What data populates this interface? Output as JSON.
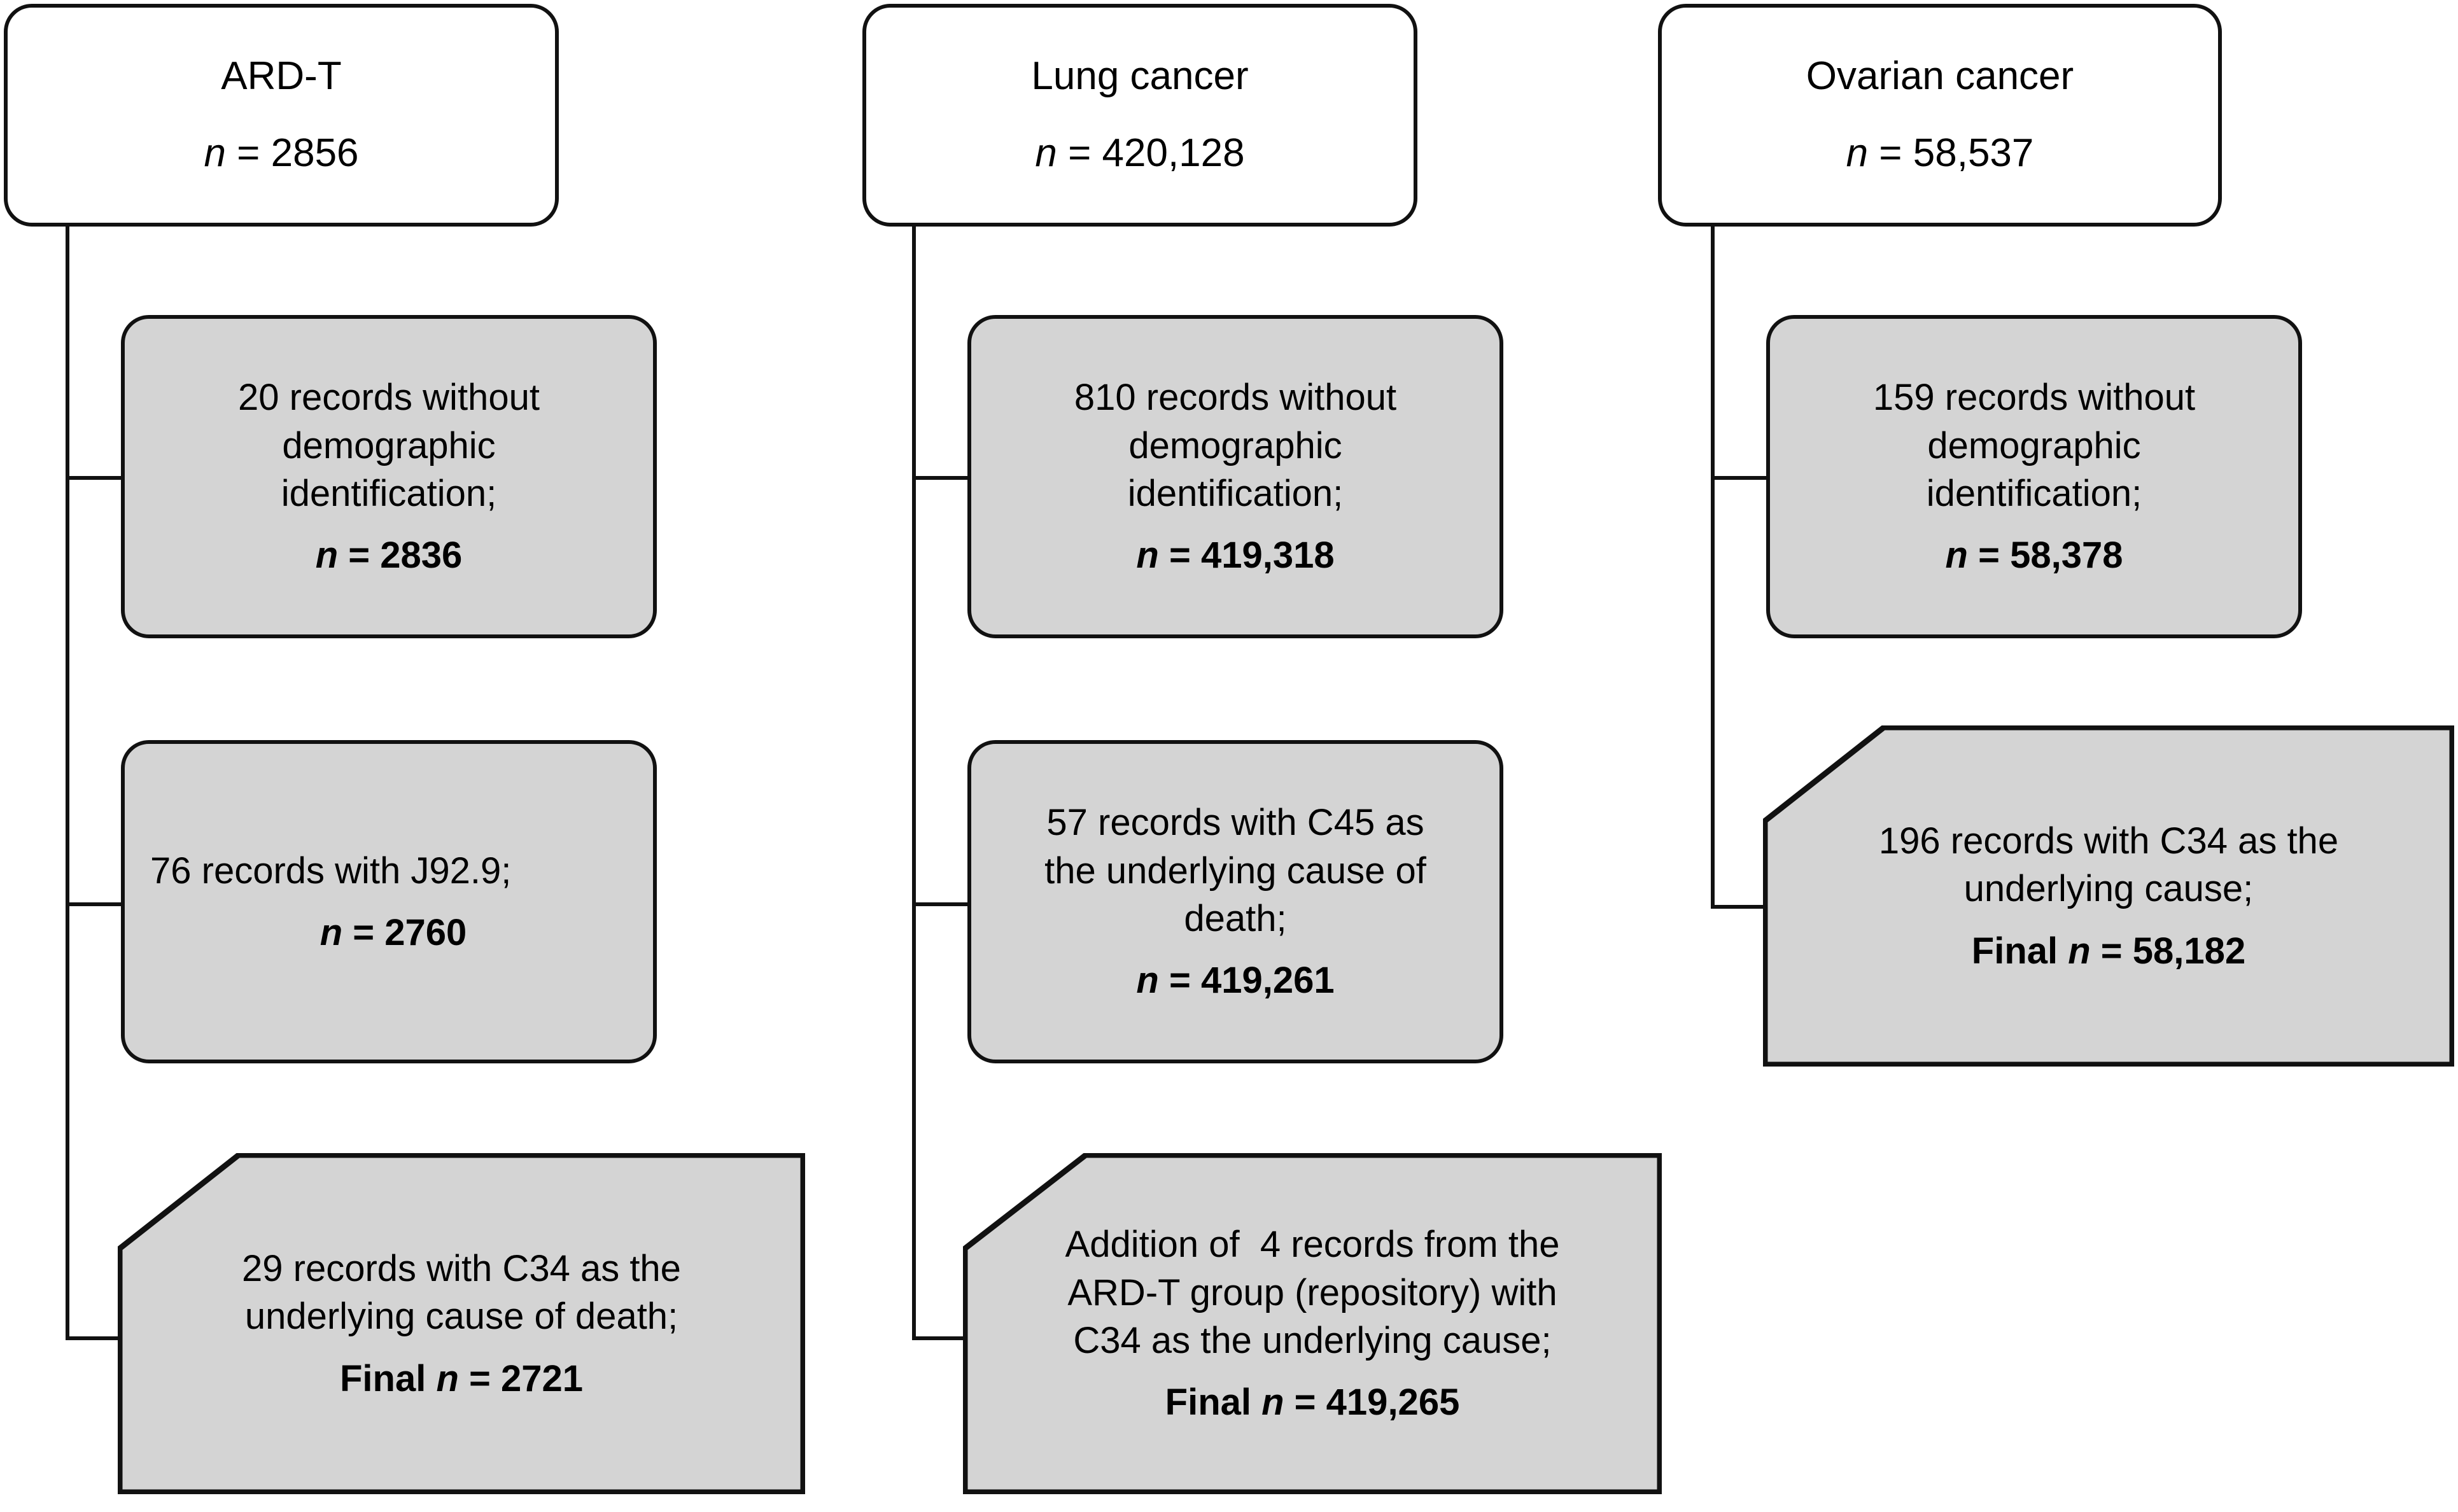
{
  "figure": {
    "type": "flowchart",
    "orientation": "three-column record-selection flow",
    "fill_color": "#d4d4d4",
    "stroke_color": "#111111",
    "background_color": "#ffffff"
  },
  "columns": [
    {
      "id": "ard-t",
      "header": {
        "title": "ARD-T",
        "n_label": "n",
        "n_equals": " = ",
        "n_value": "2856"
      },
      "steps": [
        {
          "id": "ard-t-step-1",
          "shape": "rounded",
          "lines": [
            "20 records without",
            "demographic",
            "identification;"
          ],
          "n_label": "n",
          "n_equals": " = ",
          "n_value": "2836"
        },
        {
          "id": "ard-t-step-2",
          "shape": "rounded",
          "lines": [
            "76 records with J92.9;"
          ],
          "n_label": "n",
          "n_equals": " = ",
          "n_value": "2760"
        },
        {
          "id": "ard-t-step-3",
          "shape": "cut-corner",
          "lines": [
            "29 records with C34 as the",
            "underlying cause of death;"
          ],
          "final_prefix": "Final ",
          "n_label": "n",
          "n_equals": " = ",
          "n_value": "2721"
        }
      ]
    },
    {
      "id": "lung-cancer",
      "header": {
        "title": "Lung cancer",
        "n_label": "n",
        "n_equals": " = ",
        "n_value": "420,128"
      },
      "steps": [
        {
          "id": "lung-step-1",
          "shape": "rounded",
          "lines": [
            "810 records without",
            "demographic",
            "identification;"
          ],
          "n_label": "n",
          "n_equals": " = ",
          "n_value": "419,318"
        },
        {
          "id": "lung-step-2",
          "shape": "rounded",
          "lines": [
            "57 records with C45 as",
            "the underlying cause of",
            "death;"
          ],
          "n_label": "n",
          "n_equals": " = ",
          "n_value": "419,261"
        },
        {
          "id": "lung-step-3",
          "shape": "cut-corner",
          "lines": [
            "Addition of  4 records from the",
            "ARD-T group (repository) with",
            "C34 as the underlying cause;"
          ],
          "final_prefix": "Final ",
          "n_label": "n",
          "n_equals": " = ",
          "n_value": "419,265"
        }
      ]
    },
    {
      "id": "ovarian-cancer",
      "header": {
        "title": "Ovarian cancer",
        "n_label": "n",
        "n_equals": " = ",
        "n_value": "58,537"
      },
      "steps": [
        {
          "id": "ovarian-step-1",
          "shape": "rounded",
          "lines": [
            "159 records without",
            "demographic",
            "identification;"
          ],
          "n_label": "n",
          "n_equals": " = ",
          "n_value": "58,378"
        },
        {
          "id": "ovarian-step-2",
          "shape": "cut-corner",
          "lines": [
            "196 records with C34 as the",
            "underlying cause;"
          ],
          "final_prefix": "Final ",
          "n_label": "n",
          "n_equals": " = ",
          "n_value": "58,182"
        }
      ]
    }
  ]
}
